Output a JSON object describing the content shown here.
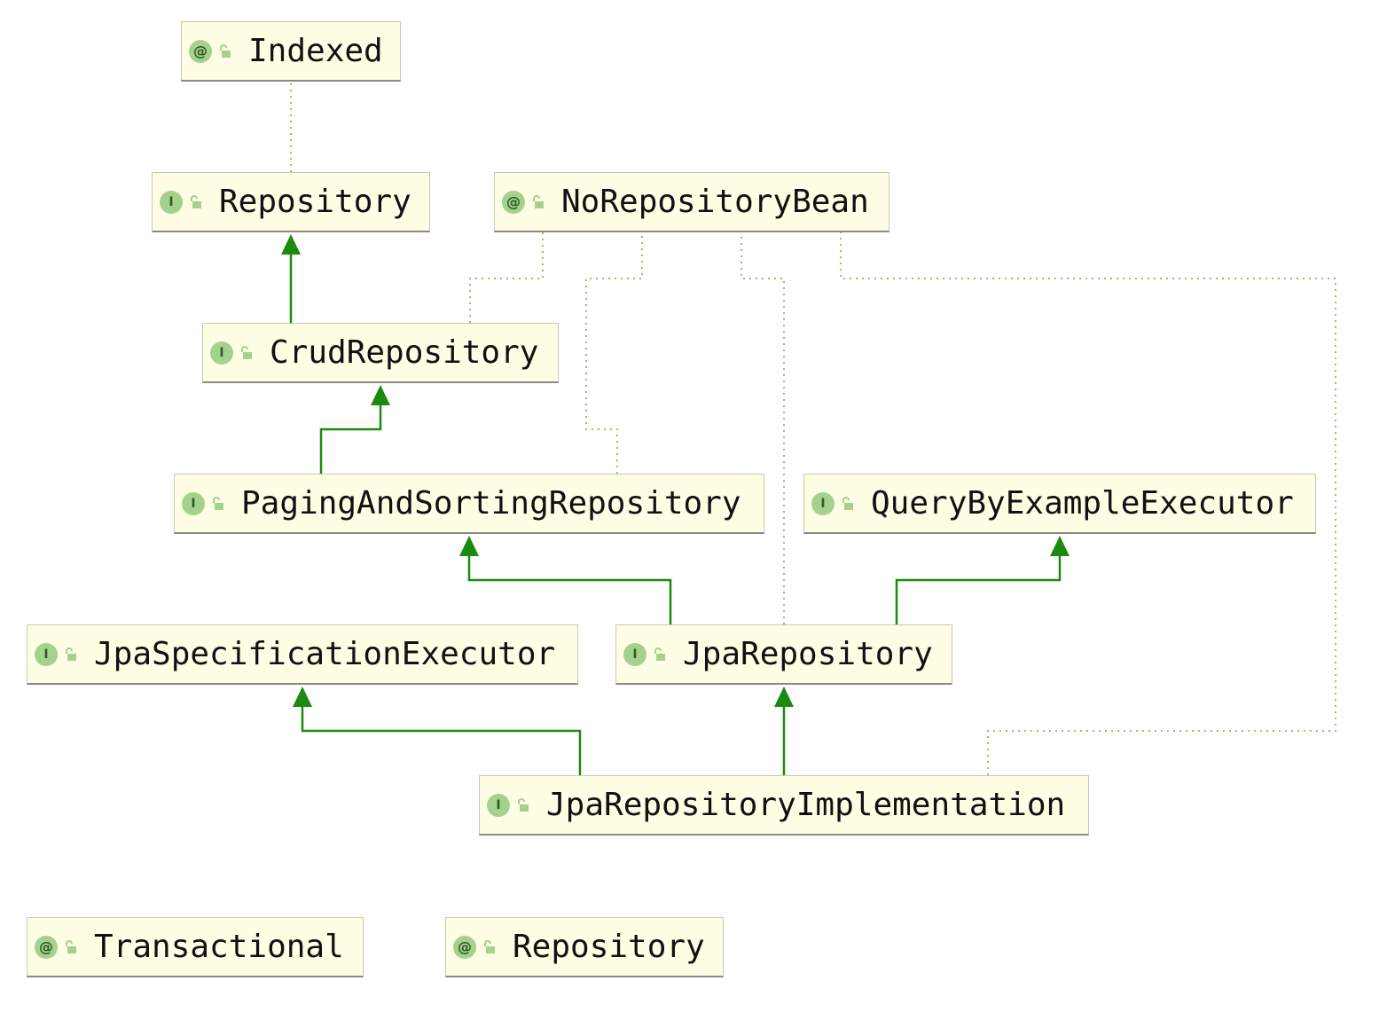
{
  "colors": {
    "extends_edge": "#1b8a0e",
    "annotation_edge": "#a5b870",
    "node_fill": "#fefee4",
    "badge_fill": "#a5d18f"
  },
  "nodes": [
    {
      "id": "indexed",
      "kind": "annotation",
      "badge": "@",
      "label": "Indexed"
    },
    {
      "id": "repository",
      "kind": "interface",
      "badge": "I",
      "label": "Repository"
    },
    {
      "id": "norepositorybean",
      "kind": "annotation",
      "badge": "@",
      "label": "NoRepositoryBean"
    },
    {
      "id": "crudrepository",
      "kind": "interface",
      "badge": "I",
      "label": "CrudRepository"
    },
    {
      "id": "pagingandsortingrepository",
      "kind": "interface",
      "badge": "I",
      "label": "PagingAndSortingRepository"
    },
    {
      "id": "querybyexampleexecutor",
      "kind": "interface",
      "badge": "I",
      "label": "QueryByExampleExecutor"
    },
    {
      "id": "jpaspecificationexecutor",
      "kind": "interface",
      "badge": "I",
      "label": "JpaSpecificationExecutor"
    },
    {
      "id": "jparepository",
      "kind": "interface",
      "badge": "I",
      "label": "JpaRepository"
    },
    {
      "id": "jparepositoryimplementation",
      "kind": "interface",
      "badge": "I",
      "label": "JpaRepositoryImplementation"
    },
    {
      "id": "transactional",
      "kind": "annotation",
      "badge": "@",
      "label": "Transactional"
    },
    {
      "id": "repository-annotation",
      "kind": "annotation",
      "badge": "@",
      "label": "Repository"
    }
  ],
  "edges": [
    {
      "from": "repository",
      "to": "indexed",
      "type": "annotated"
    },
    {
      "from": "crudrepository",
      "to": "repository",
      "type": "extends"
    },
    {
      "from": "crudrepository",
      "to": "norepositorybean",
      "type": "annotated"
    },
    {
      "from": "pagingandsortingrepository",
      "to": "crudrepository",
      "type": "extends"
    },
    {
      "from": "pagingandsortingrepository",
      "to": "norepositorybean",
      "type": "annotated"
    },
    {
      "from": "jparepository",
      "to": "pagingandsortingrepository",
      "type": "extends"
    },
    {
      "from": "jparepository",
      "to": "querybyexampleexecutor",
      "type": "extends"
    },
    {
      "from": "jparepository",
      "to": "norepositorybean",
      "type": "annotated"
    },
    {
      "from": "jparepositoryimplementation",
      "to": "jpaspecificationexecutor",
      "type": "extends"
    },
    {
      "from": "jparepositoryimplementation",
      "to": "jparepository",
      "type": "extends"
    },
    {
      "from": "jparepositoryimplementation",
      "to": "norepositorybean",
      "type": "annotated"
    }
  ]
}
